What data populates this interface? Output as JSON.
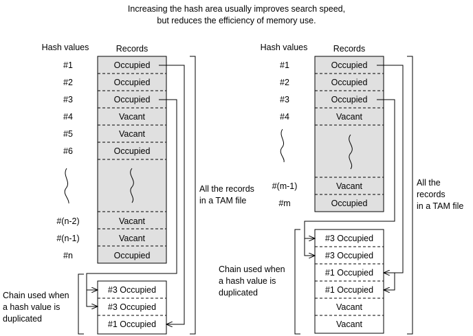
{
  "title": {
    "line1": "Increasing the hash area usually improves search speed,",
    "line2": "but reduces the efficiency of memory use."
  },
  "colors": {
    "record_fill": "#e0e0e0",
    "chain_fill": "#ffffff",
    "line": "#000000"
  },
  "left": {
    "hash_header": "Hash values",
    "records_header": "Records",
    "hash_labels": [
      "#1",
      "#2",
      "#3",
      "#4",
      "#5",
      "#6",
      "",
      "#(n-2)",
      "#(n-1)",
      "#n"
    ],
    "records": [
      "Occupied",
      "Occupied",
      "Occupied",
      "Vacant",
      "Vacant",
      "Occupied",
      "",
      "Vacant",
      "Vacant",
      "Occupied"
    ],
    "bracket_label": [
      "All the records",
      "in a TAM file"
    ],
    "chain_label": [
      "Chain used when",
      "a hash value is",
      "duplicated"
    ],
    "chain": [
      "#3 Occupied",
      "#3 Occupied",
      "#1 Occupied"
    ]
  },
  "right": {
    "hash_header": "Hash values",
    "records_header": "Records",
    "hash_labels": [
      "#1",
      "#2",
      "#3",
      "#4",
      "",
      "#(m-1)",
      "#m"
    ],
    "records": [
      "Occupied",
      "Occupied",
      "Occupied",
      "Vacant",
      "",
      "Vacant",
      "Occupied"
    ],
    "bracket_label": [
      "All the",
      "records",
      "in a TAM file"
    ],
    "chain_label": [
      "Chain used when",
      "a hash value is",
      "duplicated"
    ],
    "chain": [
      "#3 Occupied",
      "#3 Occupied",
      "#1 Occupied",
      "#1 Occupied",
      "Vacant",
      "Vacant"
    ]
  }
}
